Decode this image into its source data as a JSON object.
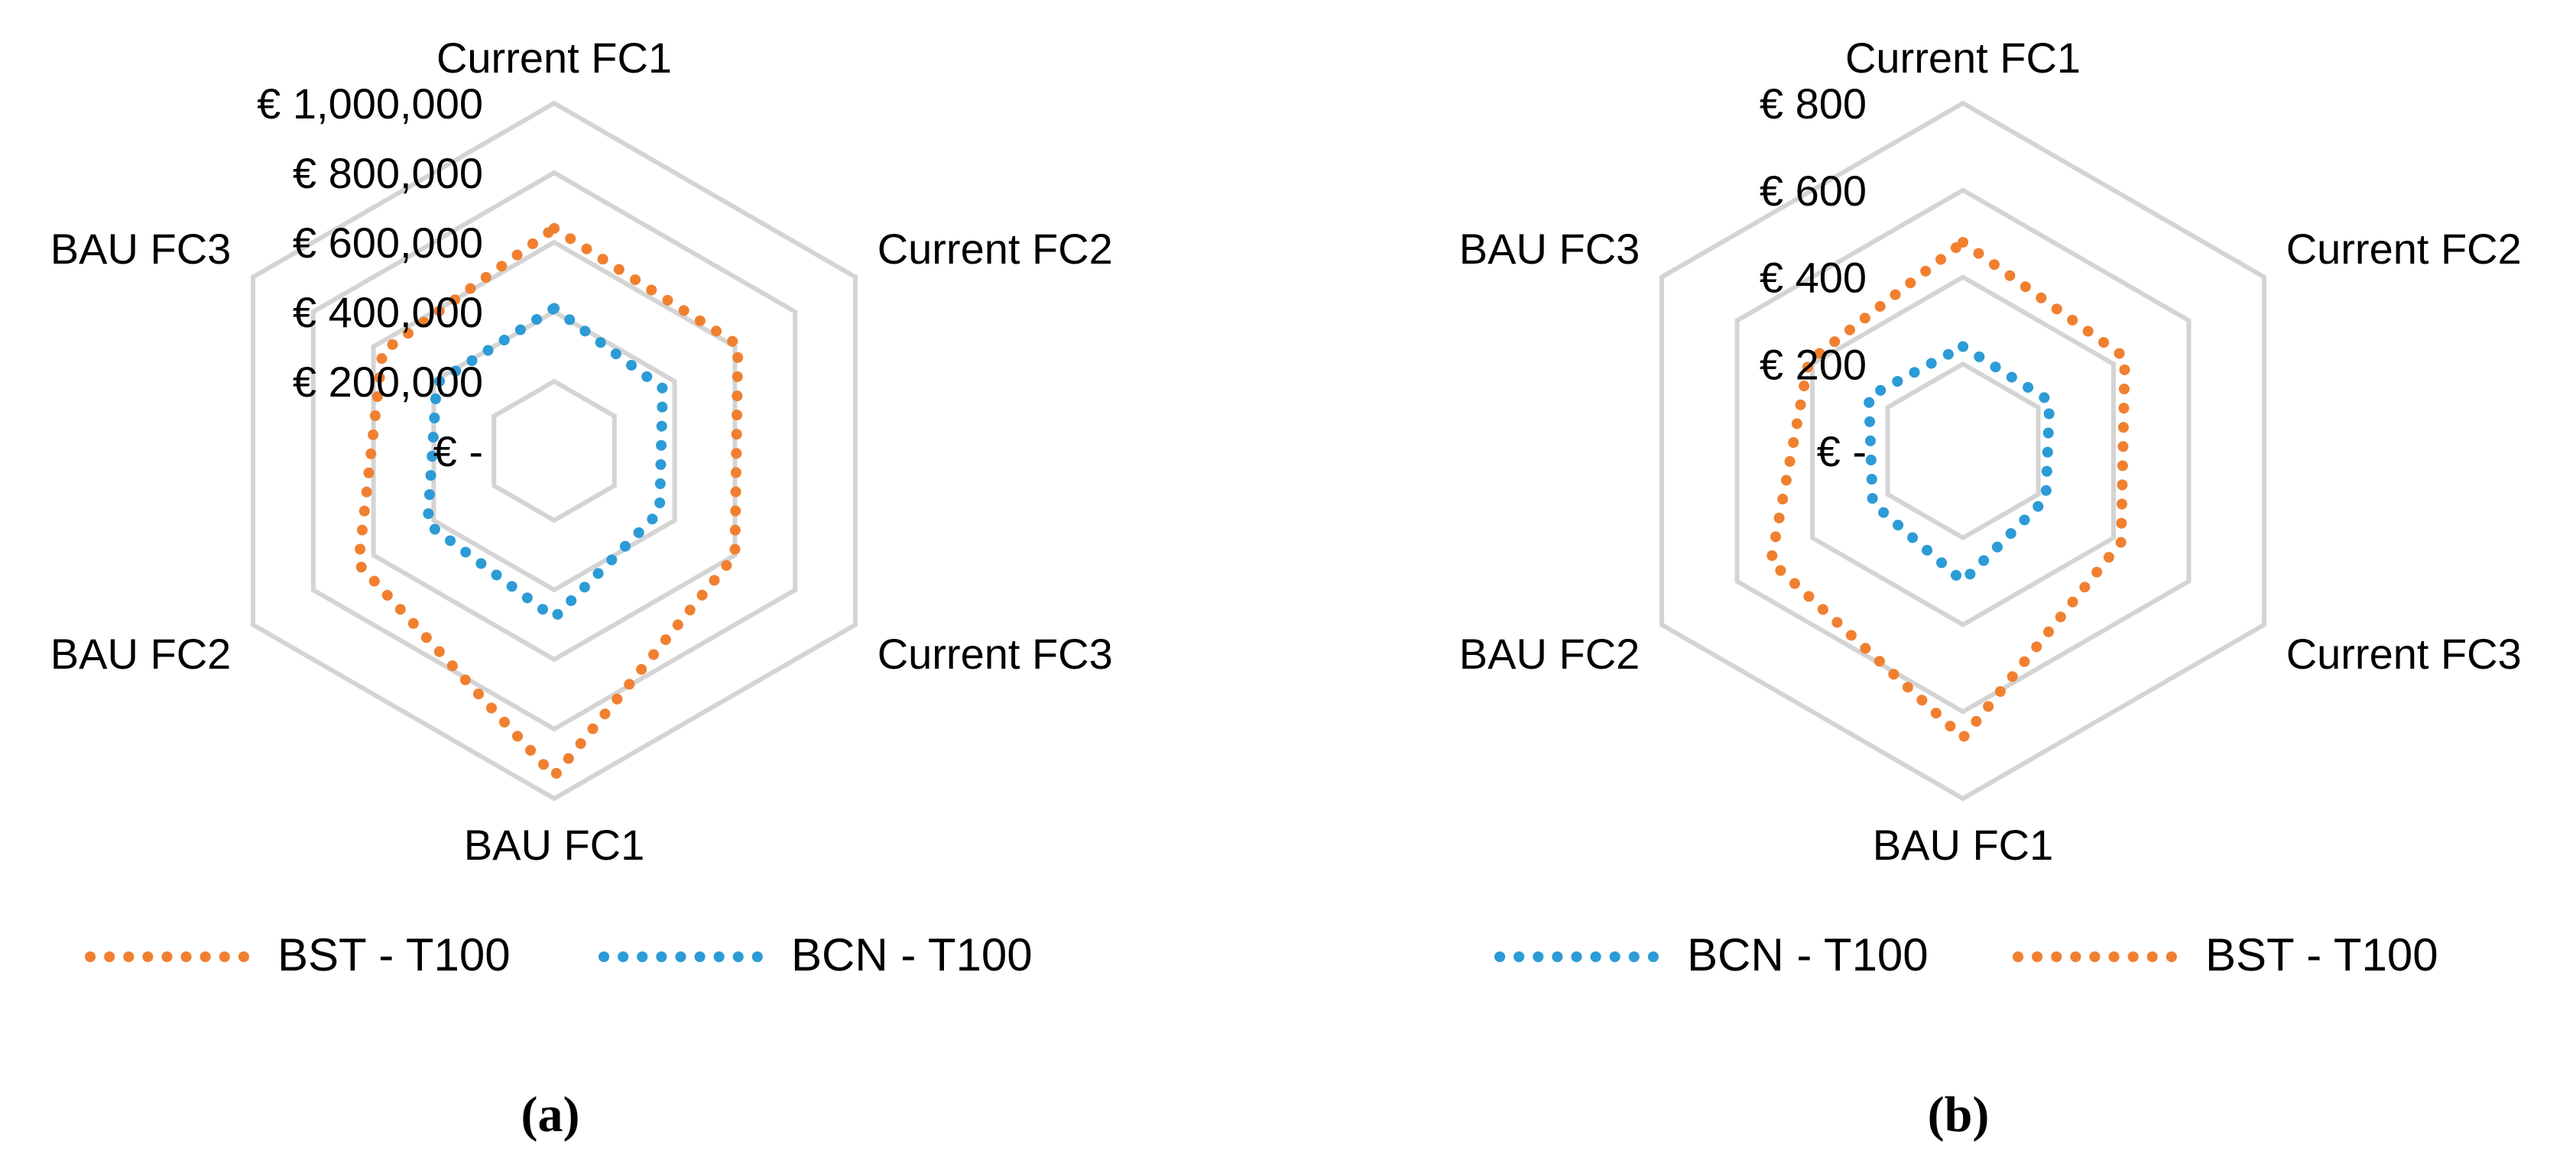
{
  "chart_data": [
    {
      "type": "radar",
      "panel_label": "(a)",
      "categories": [
        "Current FC1",
        "Current FC2",
        "Current FC3",
        "BAU FC1",
        "BAU FC2",
        "BAU FC3"
      ],
      "rlim": [
        0,
        1000000
      ],
      "tick_values": [
        0,
        200000,
        400000,
        600000,
        800000,
        1000000
      ],
      "tick_labels": [
        "€ -",
        "€ 200,000",
        "€ 400,000",
        "€ 600,000",
        "€ 800,000",
        "€ 1,000,000"
      ],
      "grid": true,
      "legend_position": "bottom",
      "series": [
        {
          "name": "BST - T100",
          "color": "#F08030",
          "values": [
            640000,
            610000,
            600000,
            935000,
            650000,
            570000
          ]
        },
        {
          "name": "BCN - T100",
          "color": "#2C9BD6",
          "values": [
            410000,
            360000,
            350000,
            480000,
            420000,
            390000
          ]
        }
      ]
    },
    {
      "type": "radar",
      "panel_label": "(b)",
      "categories": [
        "Current FC1",
        "Current FC2",
        "Current FC3",
        "BAU FC1",
        "BAU FC2",
        "BAU FC3"
      ],
      "rlim": [
        0,
        800
      ],
      "tick_values": [
        0,
        200,
        400,
        600,
        800
      ],
      "tick_labels": [
        "€ -",
        "€ 200",
        "€ 400",
        "€ 600",
        "€ 800"
      ],
      "grid": true,
      "legend_position": "bottom",
      "series": [
        {
          "name": "BCN - T100",
          "color": "#2C9BD6",
          "values": [
            240,
            230,
            220,
            300,
            240,
            250
          ]
        },
        {
          "name": "BST - T100",
          "color": "#F08030",
          "values": [
            480,
            430,
            420,
            660,
            510,
            410
          ]
        }
      ]
    }
  ]
}
